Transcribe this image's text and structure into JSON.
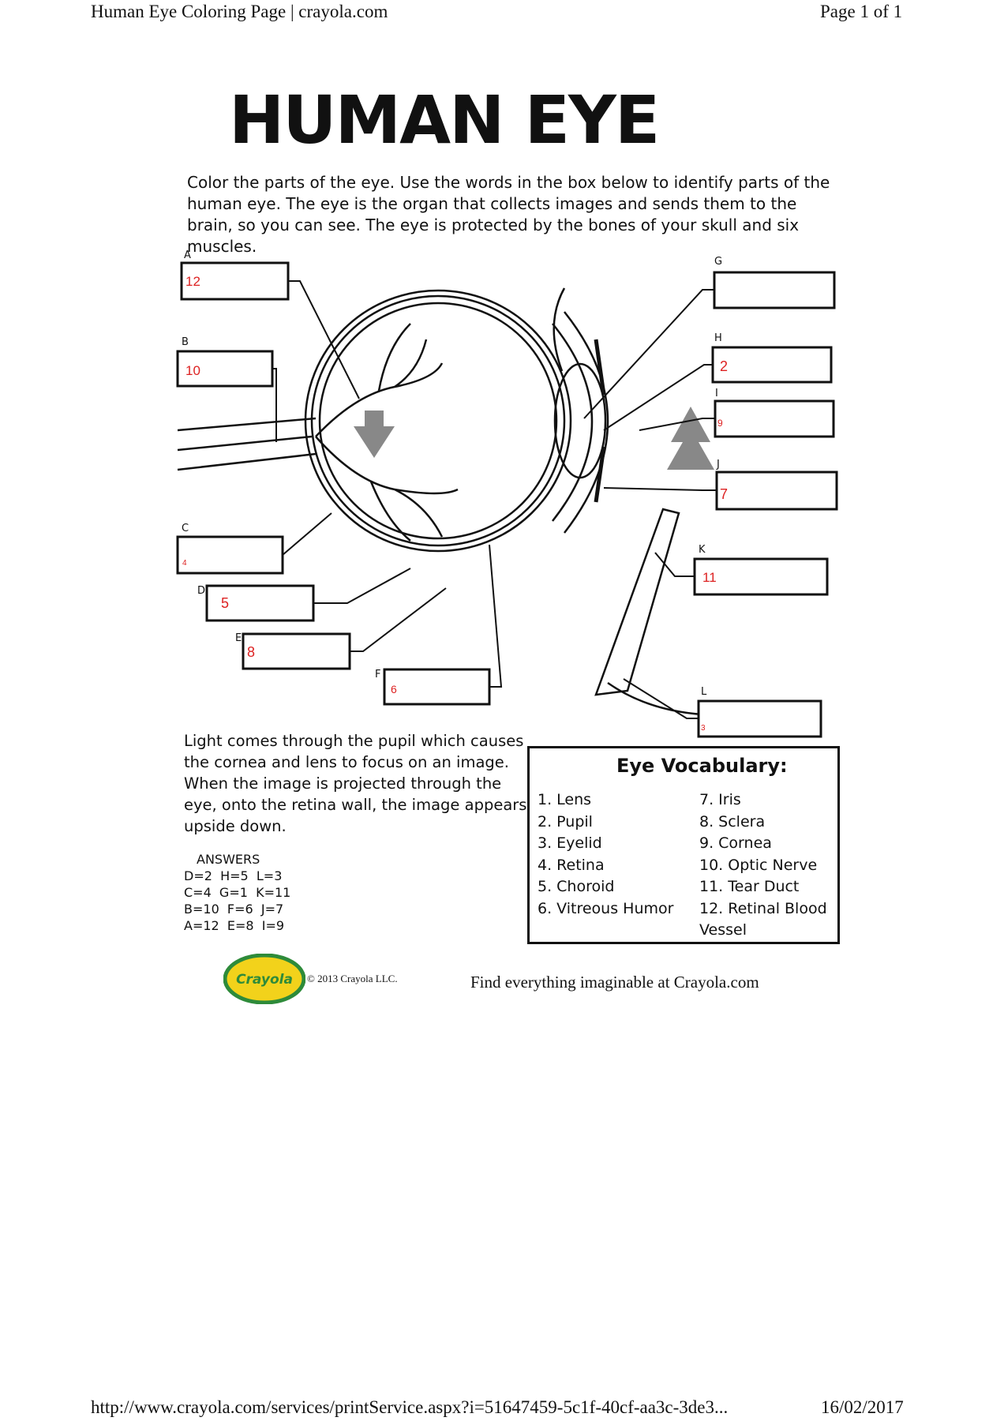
{
  "header": {
    "doc_title": "Human Eye Coloring Page | crayola.com",
    "page_indicator": "Page 1 of 1"
  },
  "title": "HUMAN EYE",
  "intro": "Color the parts of the eye. Use the words in the box below to identify parts of the human eye. The eye is the organ that collects images and sends them to the brain, so you can see. The eye is protected by the bones of your skull and six muscles.",
  "labels": [
    {
      "letter": "A",
      "answer": "12"
    },
    {
      "letter": "B",
      "answer": "10"
    },
    {
      "letter": "C",
      "answer": "4"
    },
    {
      "letter": "D",
      "answer": "5"
    },
    {
      "letter": "E",
      "answer": "8"
    },
    {
      "letter": "F",
      "answer": "6"
    },
    {
      "letter": "G",
      "answer": ""
    },
    {
      "letter": "H",
      "answer": "2"
    },
    {
      "letter": "I",
      "answer": "9"
    },
    {
      "letter": "J",
      "answer": "7"
    },
    {
      "letter": "K",
      "answer": "11"
    },
    {
      "letter": "L",
      "answer": "3"
    }
  ],
  "light_text": "Light comes through the pupil which causes the cornea and lens to focus on an image. When the image is projected through the eye, onto the retina wall, the image appears upside down.",
  "answers": {
    "heading": "ANSWERS",
    "rows": [
      "D=2  H=5  L=3",
      "C=4  G=1  K=11",
      "B=10  F=6  J=7",
      "A=12  E=8  I=9"
    ]
  },
  "vocabulary": {
    "title": "Eye Vocabulary:",
    "left": [
      "1. Lens",
      "2. Pupil",
      "3. Eyelid",
      "4. Retina",
      "5. Choroid",
      "6. Vitreous Humor"
    ],
    "right": [
      "7. Iris",
      "8. Sclera",
      "9. Cornea",
      "10. Optic Nerve",
      "11. Tear Duct",
      "12. Retinal Blood Vessel"
    ]
  },
  "footer": {
    "logo_text": "Crayola",
    "copyright": "© 2013 Crayola LLC.",
    "tagline": "Find everything imaginable at Crayola.com",
    "url": "http://www.crayola.com/services/printService.aspx?i=51647459-5c1f-40cf-aa3c-3de3...",
    "date": "16/02/2017"
  },
  "colors": {
    "answer_red": "#d22222",
    "logo_green": "#2e8b3a",
    "logo_yellow": "#f2d21b"
  }
}
